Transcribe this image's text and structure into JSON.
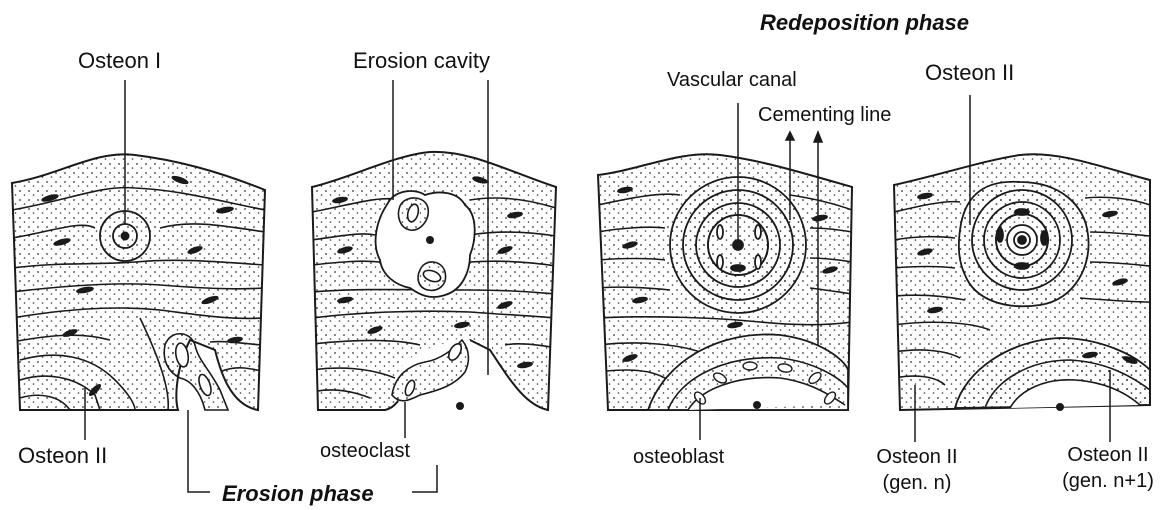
{
  "labels": {
    "osteon_i": "Osteon I",
    "erosion_cavity": "Erosion cavity",
    "redeposition_phase": "Redeposition phase",
    "vascular_canal": "Vascular canal",
    "cementing_line": "Cementing line",
    "osteon_ii_top": "Osteon II",
    "osteon_ii_left": "Osteon II",
    "osteoclast": "osteoclast",
    "erosion_phase": "Erosion phase",
    "osteoblast": "osteoblast",
    "osteon_ii_gen_n_1": "Osteon II",
    "osteon_ii_gen_n_2": "(gen. n)",
    "osteon_ii_gen_n1_1": "Osteon II",
    "osteon_ii_gen_n1_2": "(gen. n+1)"
  },
  "colors": {
    "ink": "#1a1a1a",
    "paper": "#ffffff",
    "cavity": "#ffffff"
  }
}
